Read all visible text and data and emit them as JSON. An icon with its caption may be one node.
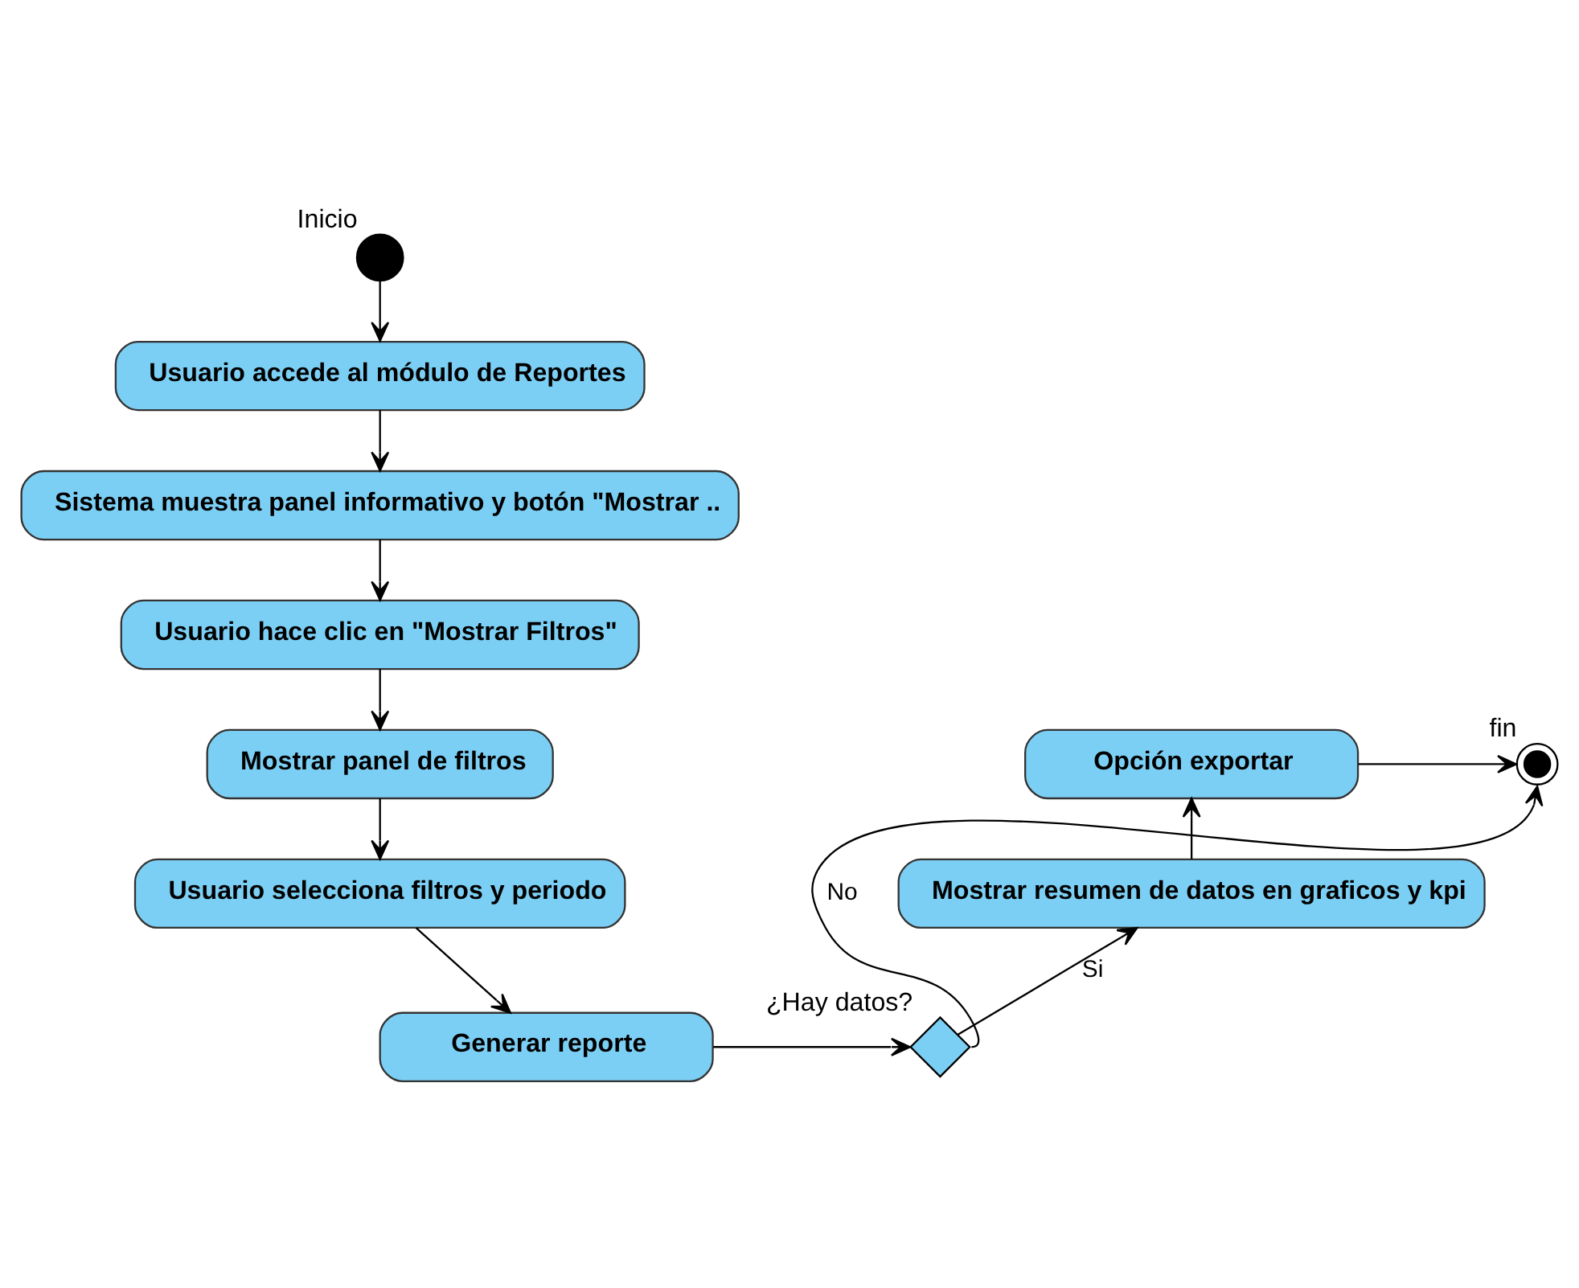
{
  "diagram": {
    "nodes": [
      {
        "text": [],
        "shape": "circle",
        "beside": [
          "Inicio"
        ]
      },
      {
        "text": [
          "Usuario accede al módulo de Reportes"
        ]
      },
      {
        "text": [
          "Sistema muestra panel informativo y botón \"Mostrar .."
        ]
      },
      {
        "text": [
          "Usuario hace clic en \"Mostrar Filtros\""
        ]
      },
      {
        "text": [
          "Mostrar panel de filtros"
        ]
      },
      {
        "text": [
          "Usuario selecciona filtros y periodo"
        ]
      },
      {
        "text": [
          "Generar reporte"
        ]
      },
      {
        "text": [],
        "shape": "diamond",
        "beside": [
          "¿Hay datos?"
        ]
      },
      {
        "text": [
          "Mostrar resumen de datos en graficos y kpi"
        ]
      },
      {
        "text": [
          "Opción exportar"
        ]
      },
      {
        "text": [],
        "shape": "circle",
        "beside": [
          "fin"
        ]
      }
    ],
    "edges": [
      {
        "from": 0,
        "to": 1,
        "arrow": "to"
      },
      {
        "from": 1,
        "to": 2,
        "arrow": "to"
      },
      {
        "from": 2,
        "to": 3,
        "arrow": "to"
      },
      {
        "from": 3,
        "to": 4,
        "arrow": "to"
      },
      {
        "from": 4,
        "to": 5,
        "arrow": "to"
      },
      {
        "from": 5,
        "to": 6,
        "arrow": "to"
      },
      {
        "from": 6,
        "to": 7,
        "arrow": "to"
      },
      {
        "from": 7,
        "to": 8,
        "arrow": "to",
        "label": "Si"
      },
      {
        "from": 8,
        "to": 9,
        "arrow": "to"
      },
      {
        "from": 9,
        "to": 10,
        "arrow": "to"
      },
      {
        "from": 7,
        "to": 10,
        "arrow": "to",
        "label": "No"
      }
    ]
  }
}
